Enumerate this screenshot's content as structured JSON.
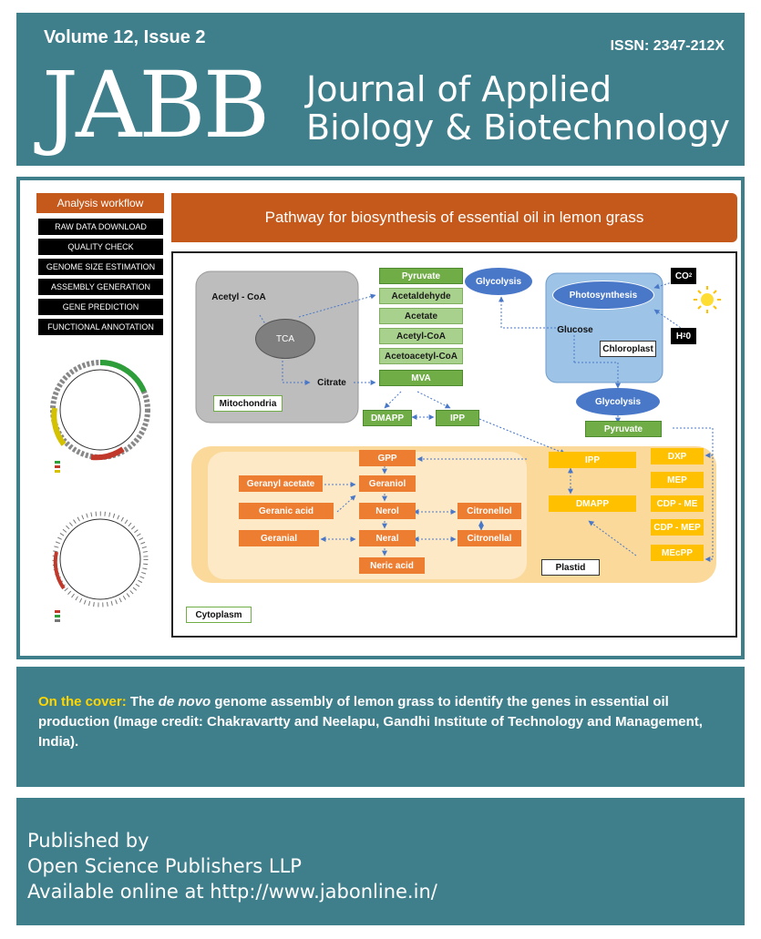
{
  "masthead": {
    "volume": "Volume 12, Issue 2",
    "issn": "ISSN: 2347-212X",
    "logo_text": "JABB",
    "journal_name_line1": "Journal of Applied",
    "journal_name_line2": "Biology & Biotechnology"
  },
  "figure": {
    "workflow_title": "Analysis workflow",
    "workflow_steps": [
      "RAW DATA DOWNLOAD",
      "QUALITY CHECK",
      "GENOME SIZE ESTIMATION",
      "ASSEMBLY GENERATION",
      "GENE PREDICTION",
      "FUNCTIONAL ANNOTATION"
    ],
    "pathway_title": "Pathway for biosynthesis of essential oil in lemon grass",
    "compartments": {
      "mitochondria": "Mitochondria",
      "chloroplast": "Chloroplast",
      "plastid": "Plastid",
      "cytoplasm": "Cytoplasm"
    },
    "nodes": {
      "acetyl_coa": "Acetyl - CoA",
      "tca": "TCA",
      "citrate": "Citrate",
      "pyruvate_top": "Pyruvate",
      "acetaldehyde": "Acetaldehyde",
      "acetate": "Acetate",
      "acetyl_coa2": "Acetyl-CoA",
      "acetoacetyl_coa": "Acetoacetyl-CoA",
      "mva": "MVA",
      "glycolysis_top": "Glycolysis",
      "photosynthesis": "Photosynthesis",
      "glucose": "Glucose",
      "co2": "CO",
      "co2_sub": "2",
      "h2o": "H",
      "h2o_sub": "2",
      "h2o_tail": "0",
      "glycolysis_mid": "Glycolysis",
      "pyruvate_mid": "Pyruvate",
      "dmapp_left": "DMAPP",
      "ipp_left": "IPP",
      "gpp": "GPP",
      "geranyl_acetate": "Geranyl acetate",
      "geraniol": "Geraniol",
      "geranic_acid": "Geranic acid",
      "nerol": "Nerol",
      "citronellol": "Citronellol",
      "geranial": "Geranial",
      "neral": "Neral",
      "citronellal": "Citronellal",
      "neric_acid": "Neric acid",
      "ipp_plastid": "IPP",
      "dmapp_plastid": "DMAPP",
      "dxp": "DXP",
      "mep": "MEP",
      "cdp_me": "CDP - ME",
      "cdp_mep": "CDP - MEP",
      "mecpp": "MEcPP"
    }
  },
  "caption": {
    "lead": "On the cover:",
    "text_before": " The ",
    "italic": "de novo",
    "text_after": " genome assembly of lemon grass to identify the genes in essential oil production (Image credit: Chakravartty and Neelapu, Gandhi Institute of Technology and Management, India)."
  },
  "publisher": {
    "line1": "Published by",
    "line2": "Open Science Publishers LLP",
    "line3": "Available online at http://www.jabonline.in/"
  },
  "colors": {
    "band": "#3f7f8c",
    "title_orange": "#c5591b",
    "caption_lead": "#ffd600",
    "node_green": "#70ad47",
    "node_orange": "#ed7d31",
    "node_yellow": "#ffc000",
    "node_blue": "#4a78c8"
  }
}
